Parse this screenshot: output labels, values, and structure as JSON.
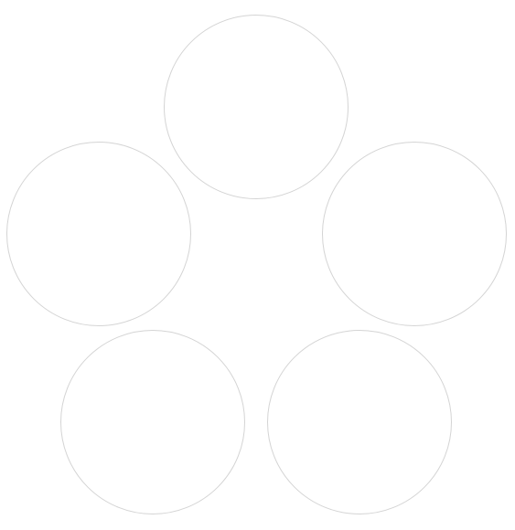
{
  "shapes": {
    "circles": [
      {
        "name": "top"
      },
      {
        "name": "middle-left"
      },
      {
        "name": "middle-right"
      },
      {
        "name": "bottom-left"
      },
      {
        "name": "bottom-right"
      }
    ],
    "stroke_color": "#d4d4d4",
    "fill_color": "#ffffff"
  },
  "page": {
    "background_color": "#ffffff"
  }
}
